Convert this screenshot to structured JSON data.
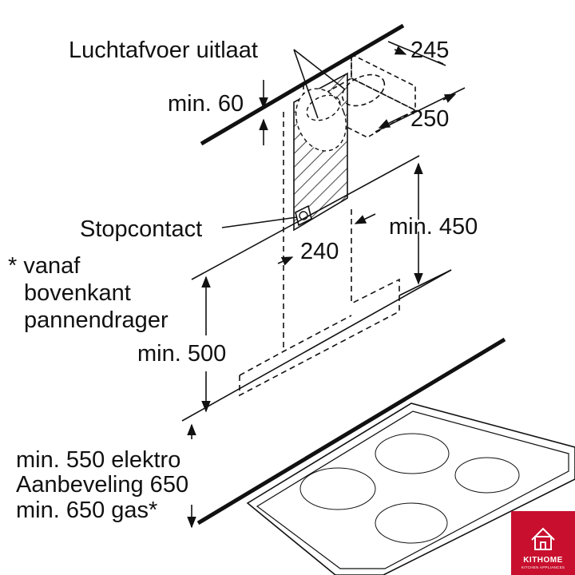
{
  "labels": {
    "air_outlet": "Luchtafvoer uitlaat",
    "dim_245": "245",
    "dim_250": "250",
    "min_60": "min. 60",
    "socket": "Stopcontact",
    "dim_240": "240",
    "min_450": "min. 450",
    "note_line1": "* vanaf",
    "note_line2": "bovenkant",
    "note_line3": "pannendrager",
    "min_500": "min. 500",
    "min_550": "min. 550 elektro",
    "recommendation": "Aanbeveling 650",
    "min_650_gas": "min. 650 gas*"
  },
  "logo": {
    "name": "KITHOME",
    "tagline": "KITCHEN APPLIANCES",
    "color": "#c8102e"
  },
  "colors": {
    "line": "#111111",
    "background": "#ffffff"
  }
}
